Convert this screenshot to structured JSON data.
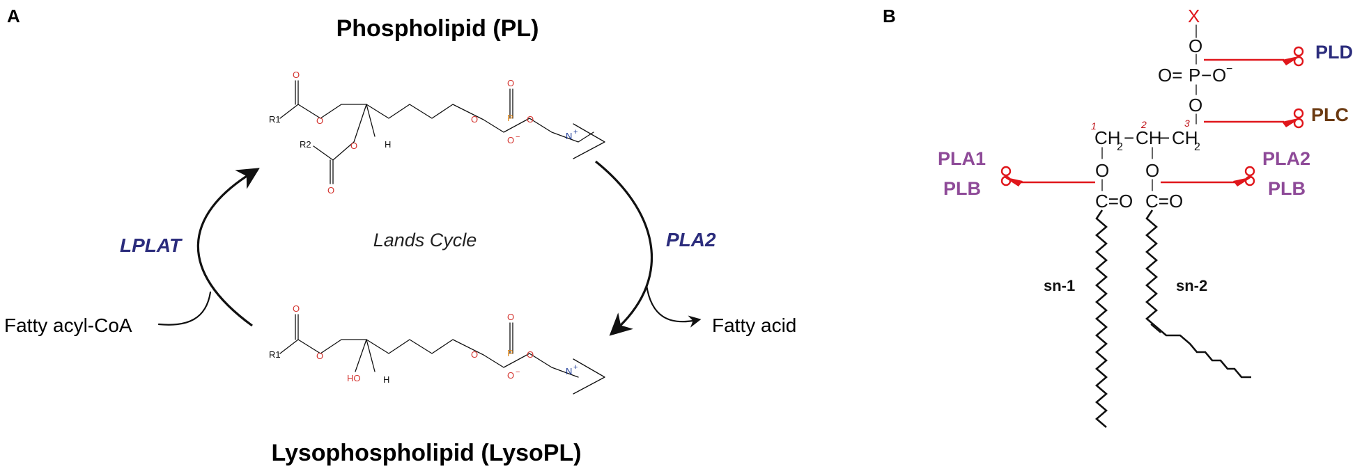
{
  "panel_a": {
    "letter": "A",
    "title_top": "Phospholipid (PL)",
    "title_bottom": "Lysophospholipid (LysoPL)",
    "cycle_label": "Lands Cycle",
    "enzyme_left": "LPLAT",
    "enzyme_right": "PLA2",
    "input": "Fatty acyl-CoA",
    "output": "Fatty acid",
    "mol": {
      "r1": "R1",
      "r2": "R2",
      "o": "O",
      "p": "P",
      "o_minus": "O",
      "minus": "−",
      "n": "N",
      "plus": "+",
      "h": "H",
      "ho": "HO"
    },
    "colors": {
      "enzyme": "#2b2c7c",
      "heteroatom": "#d4342f",
      "phosphorus": "#e08a1e",
      "nitrogen": "#1f3d99"
    }
  },
  "panel_b": {
    "letter": "B",
    "x_group": "X",
    "o": "O",
    "p": "P",
    "o_eq": "O=",
    "o_minus": "O",
    "minus": "−",
    "ch2": "CH",
    "ch": "CH",
    "sub2": "2",
    "dash": "−",
    "c_eq_o": "C=O",
    "carbon_1": "1",
    "carbon_2": "2",
    "carbon_3": "3",
    "enzymes": {
      "pld": "PLD",
      "plc": "PLC",
      "pla1": "PLA1",
      "pla2": "PLA2",
      "plb": "PLB"
    },
    "sn1": "sn-1",
    "sn2": "sn-2",
    "colors": {
      "pld": "#2b2c7c",
      "plc": "#6b3a12",
      "pla": "#8e4a98",
      "cut": "#e0161b",
      "x": "#e0161b"
    }
  }
}
